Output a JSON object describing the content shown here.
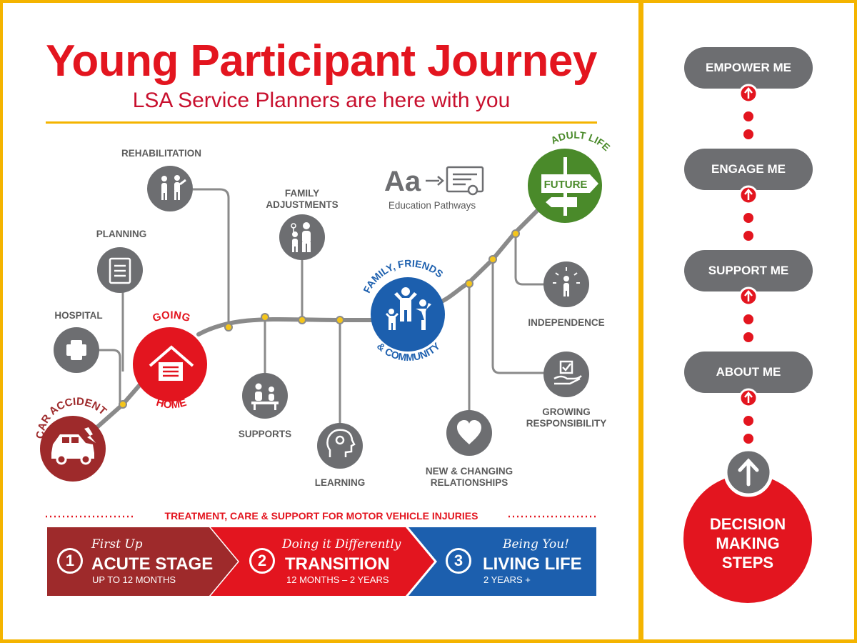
{
  "header": {
    "title": "Young Participant Journey",
    "subtitle": "LSA Service Planners are here with you"
  },
  "nodes": {
    "car_accident": "CAR ACCIDENT",
    "going": "GOING",
    "home": "HOME",
    "family_friends": "FAMILY, FRIENDS",
    "community": "& COMMUNITY",
    "adult_life": "ADULT LIFE",
    "future": "FUTURE"
  },
  "labels": {
    "hospital": "HOSPITAL",
    "planning": "PLANNING",
    "rehabilitation": "REHABILITATION",
    "family_adjustments": "FAMILY\nADJUSTMENTS",
    "supports": "SUPPORTS",
    "learning": "LEARNING",
    "new_changing_relationships": "NEW & CHANGING\nRELATIONSHIPS",
    "independence": "INDEPENDENCE",
    "growing_responsibility": "GROWING\nRESPONSIBILITY",
    "education_pathways": "Education Pathways",
    "education_icon_text": "Aa"
  },
  "banner": {
    "title": "TREATMENT, CARE & SUPPORT FOR MOTOR VEHICLE INJURIES",
    "stages": [
      {
        "num": "1",
        "script": "First Up",
        "title": "ACUTE STAGE",
        "sub": "UP TO 12 MONTHS",
        "color": "#9e2a2b"
      },
      {
        "num": "2",
        "script": "Doing it Differently",
        "title": "TRANSITION",
        "sub": "12 MONTHS – 2 YEARS",
        "color": "#e3151f"
      },
      {
        "num": "3",
        "script": "Being You!",
        "title": "LIVING LIFE",
        "sub": "2 YEARS +",
        "color": "#1c5fae"
      }
    ]
  },
  "decision": {
    "steps": [
      "EMPOWER ME",
      "ENGAGE ME",
      "SUPPORT ME",
      "ABOUT ME"
    ],
    "final": "DECISION\nMAKING\nSTEPS"
  },
  "colors": {
    "red": "#e3151f",
    "dark_red": "#9e2a2b",
    "blue": "#1c5fae",
    "green": "#4a8a2a",
    "grey": "#6d6e71",
    "yellow": "#f4b400"
  }
}
